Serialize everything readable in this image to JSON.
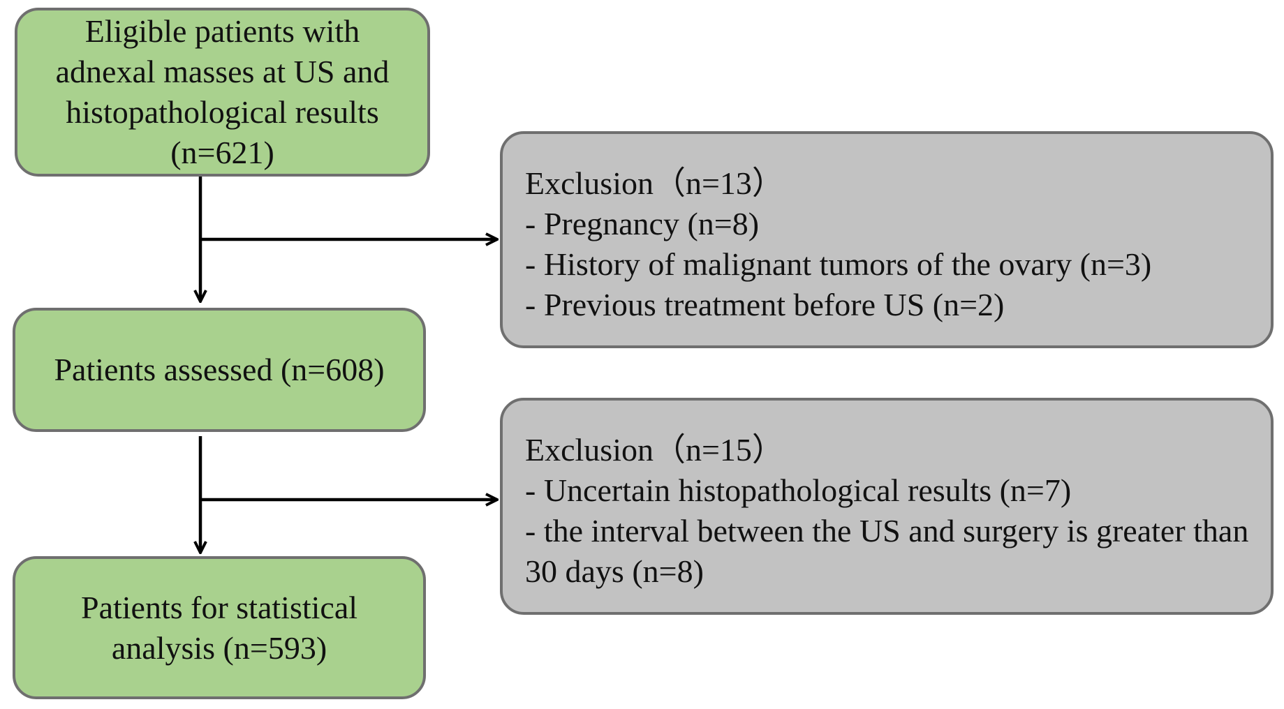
{
  "flowchart": {
    "box1": {
      "lines": [
        "Eligible patients with",
        "adnexal masses at US and",
        "histopathological results",
        "(n=621)"
      ]
    },
    "box2": {
      "text": "Patients assessed (n=608)"
    },
    "box3": {
      "lines": [
        "Patients for statistical",
        "analysis (n=593)"
      ]
    },
    "exclusion1": {
      "title": "Exclusion（n=13）",
      "items": [
        "- Pregnancy (n=8)",
        "- History of malignant tumors of the ovary (n=3)",
        "- Previous treatment before US (n=2)"
      ]
    },
    "exclusion2": {
      "title": "Exclusion（n=15）",
      "items": [
        "- Uncertain histopathological results (n=7)",
        "- the interval between the US and surgery is greater than 30 days (n=8)"
      ]
    }
  },
  "colors": {
    "included_box_fill": "#a9d18e",
    "excluded_box_fill": "#c2c2c2",
    "box_border": "#6f6f6f",
    "arrow": "#000000"
  }
}
